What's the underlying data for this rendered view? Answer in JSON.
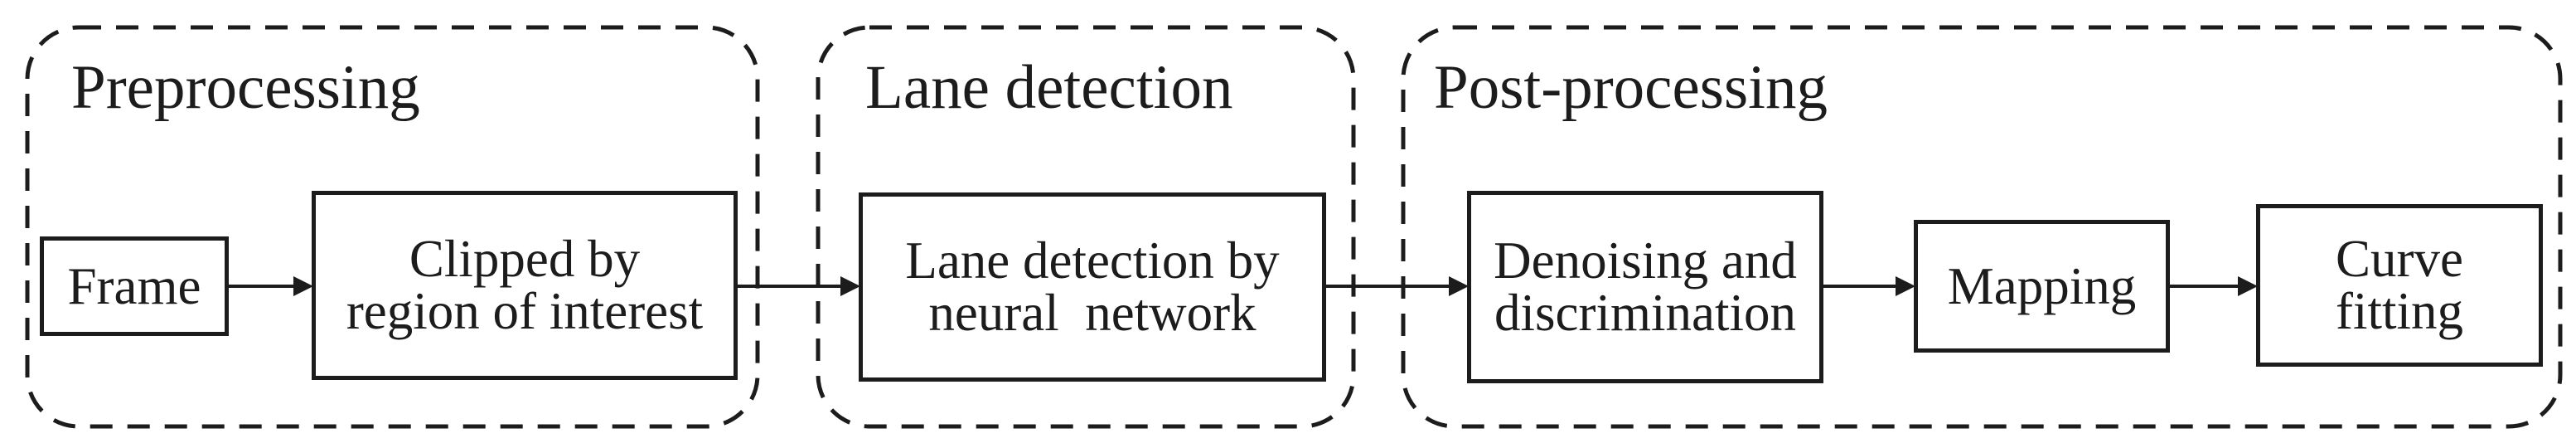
{
  "figure": {
    "type": "flowchart",
    "background_color": "#ffffff",
    "line_color": "#1c1c1c",
    "text_color": "#1c1c1c"
  },
  "groups": [
    {
      "id": "preprocessing",
      "label": "Preprocessing"
    },
    {
      "id": "lane-detection",
      "label": "Lane detection"
    },
    {
      "id": "post-processing",
      "label": "Post-processing"
    }
  ],
  "nodes": [
    {
      "id": "frame",
      "group": "preprocessing",
      "label": "Frame"
    },
    {
      "id": "clipped-by-roi",
      "group": "preprocessing",
      "label": "Clipped by\nregion of interest"
    },
    {
      "id": "lane-detection-nn",
      "group": "lane-detection",
      "label": "Lane detection by\nneural  network"
    },
    {
      "id": "denoising-discrimination",
      "group": "post-processing",
      "label": "Denoising and\ndiscrimination"
    },
    {
      "id": "mapping",
      "group": "post-processing",
      "label": "Mapping"
    },
    {
      "id": "curve-fitting",
      "group": "post-processing",
      "label": "Curve\nfitting"
    }
  ],
  "connections": [
    {
      "from": "frame",
      "to": "clipped-by-roi"
    },
    {
      "from": "clipped-by-roi",
      "to": "lane-detection-nn"
    },
    {
      "from": "lane-detection-nn",
      "to": "denoising-discrimination"
    },
    {
      "from": "denoising-discrimination",
      "to": "mapping"
    },
    {
      "from": "mapping",
      "to": "curve-fitting"
    }
  ]
}
